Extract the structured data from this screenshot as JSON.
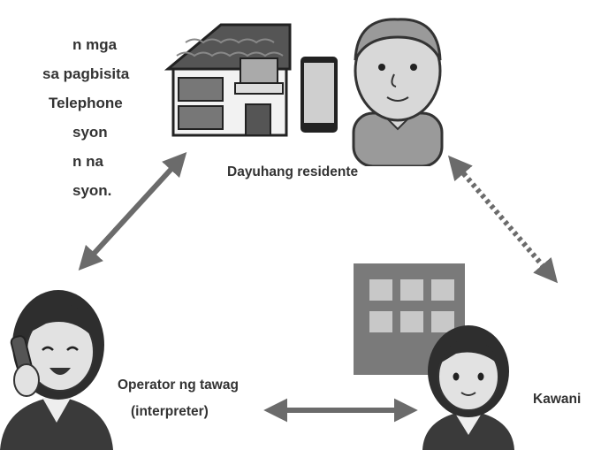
{
  "intro": {
    "lines": [
      "n mga",
      "sa pagbisita",
      "Telephone",
      "syon",
      "n na",
      "syon."
    ]
  },
  "labels": {
    "resident": "Dayuhang residente",
    "operator_line1": "Operator ng tawag",
    "operator_line2": "(interpreter)",
    "staff": "Kawani"
  },
  "colors": {
    "arrow": "#6b6b6b",
    "figure_dark": "#3a3a3a",
    "figure_mid": "#9a9a9a",
    "figure_light": "#d8d8d8"
  }
}
